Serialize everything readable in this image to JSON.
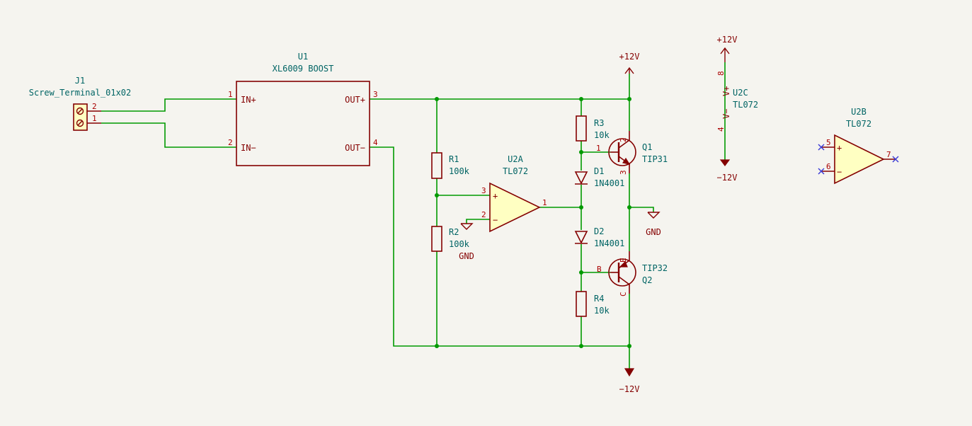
{
  "power": {
    "plus12_top": "+12V",
    "plus12_u2c": "+12V",
    "minus12_u2c": "−12V",
    "minus12_bottom": "−12V",
    "gnd_main": "GND",
    "gnd_opamp": "GND"
  },
  "j1": {
    "ref": "J1",
    "value": "Screw_Terminal_01x02",
    "pin1": "1",
    "pin2": "2"
  },
  "u1": {
    "ref": "U1",
    "value": "XL6009 BOOST",
    "pin_in_plus": "IN+",
    "pin_in_minus": "IN−",
    "pin_out_plus": "OUT+",
    "pin_out_minus": "OUT−",
    "n1": "1",
    "n2": "2",
    "n3": "3",
    "n4": "4"
  },
  "r1": {
    "ref": "R1",
    "value": "100k"
  },
  "r2": {
    "ref": "R2",
    "value": "100k"
  },
  "r3": {
    "ref": "R3",
    "value": "10k"
  },
  "r4": {
    "ref": "R4",
    "value": "10k"
  },
  "u2a": {
    "ref": "U2A",
    "value": "TL072",
    "plus": "+",
    "minus": "−",
    "p3": "3",
    "p2": "2",
    "p1": "1"
  },
  "u2b": {
    "ref": "U2B",
    "value": "TL072",
    "plus": "+",
    "minus": "−",
    "p5": "5",
    "p6": "6",
    "p7": "7"
  },
  "u2c": {
    "ref": "U2C",
    "value": "TL072",
    "vplus": "V+",
    "vminus": "V−",
    "p8": "8",
    "p4": "4"
  },
  "d1": {
    "ref": "D1",
    "value": "1N4001"
  },
  "d2": {
    "ref": "D2",
    "value": "1N4001"
  },
  "q1": {
    "ref": "Q1",
    "value": "TIP31",
    "p1": "1",
    "p2": "2",
    "p3": "3"
  },
  "q2": {
    "ref": "Q2",
    "value": "TIP32",
    "pb": "B",
    "pc": "C",
    "pe": "E"
  }
}
